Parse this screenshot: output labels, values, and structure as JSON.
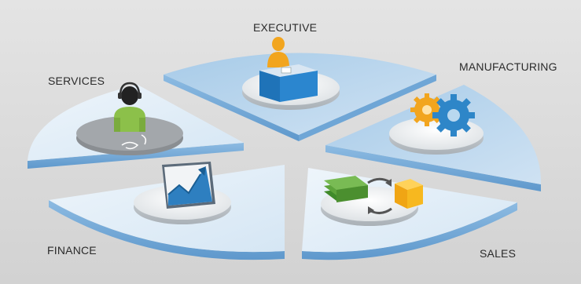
{
  "diagram": {
    "segments": [
      {
        "id": "executive",
        "label": "EXECUTIVE",
        "icon": "person-at-desk-icon"
      },
      {
        "id": "manufacturing",
        "label": "MANUFACTURING",
        "icon": "gears-icon"
      },
      {
        "id": "sales",
        "label": "SALES",
        "icon": "money-product-exchange-icon"
      },
      {
        "id": "finance",
        "label": "FINANCE",
        "icon": "growth-chart-icon"
      },
      {
        "id": "services",
        "label": "SERVICES",
        "icon": "headset-agent-icon"
      }
    ],
    "colors": {
      "background": "#dcdcdc",
      "wedge_top_light": "#e6f0f9",
      "wedge_top_blue": "#9fc4e4",
      "wedge_side": "#7fb0da",
      "person_orange": "#f2a51e",
      "person_green": "#8cc04a",
      "desk_blue": "#1f73b8",
      "gear_orange": "#f2a51e",
      "gear_blue": "#2e86c8",
      "money_green": "#5da33b",
      "box_orange": "#f7b81f"
    }
  }
}
